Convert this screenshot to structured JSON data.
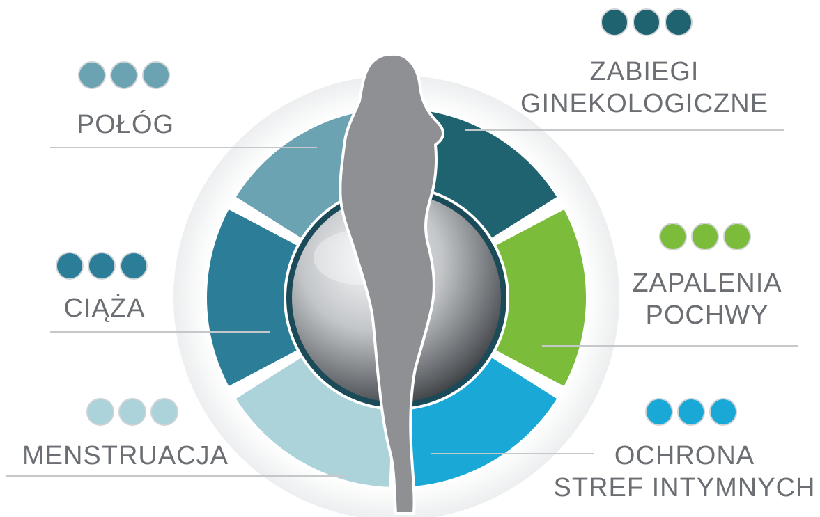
{
  "categories": [
    {
      "id": "polog",
      "lines": [
        "POŁÓG"
      ],
      "color": "#6ba3b3"
    },
    {
      "id": "zabiegi",
      "lines": [
        "ZABIEGI",
        "GINEKOLOGICZNE"
      ],
      "color": "#206370"
    },
    {
      "id": "ciaza",
      "lines": [
        "CIĄŻA"
      ],
      "color": "#2b7d98"
    },
    {
      "id": "zapalenia",
      "lines": [
        "ZAPALENIA",
        "POCHWY"
      ],
      "color": "#7bbd3a"
    },
    {
      "id": "menstruacja",
      "lines": [
        "MENSTRUACJA"
      ],
      "color": "#abd3d9"
    },
    {
      "id": "ochrona",
      "lines": [
        "OCHRONA",
        "STREF INTYMNYCH"
      ],
      "color": "#1aa9d6"
    }
  ],
  "colors": {
    "label_text": "#6b6e72",
    "leader_line": "#c4c8cb",
    "silhouette": "#8e9094",
    "sphere_light": "#f4f5f6",
    "sphere_dark": "#3e4144",
    "ring_outline": "#ffffff",
    "halo": "#eef0f1"
  }
}
